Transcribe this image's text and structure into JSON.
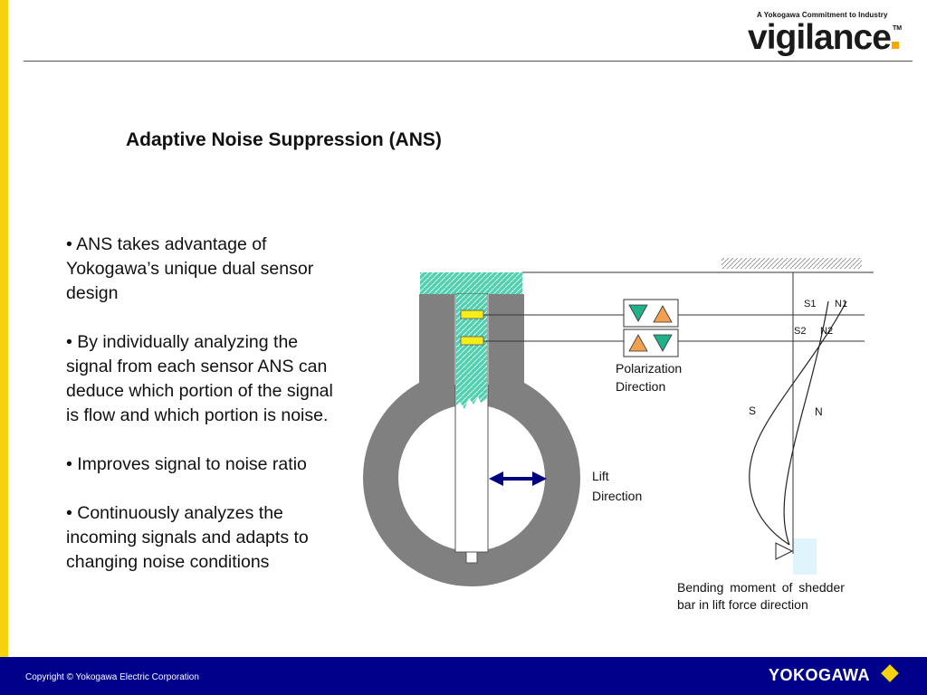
{
  "header": {
    "tagline": "A Yokogawa Commitment to Industry",
    "logo": "vigilance",
    "trademark": "TM"
  },
  "title": "Adaptive Noise Suppression (ANS)",
  "bullets": [
    "• ANS takes advantage of Yokogawa’s unique dual sensor design",
    "• By individually analyzing the signal from each sensor ANS can deduce which portion of the signal is flow and which portion is noise.",
    "• Improves signal to noise ratio",
    "• Continuously analyzes the incoming signals and adapts to changing noise conditions"
  ],
  "diagram": {
    "polarization_label_1": "Polarization",
    "polarization_label_2": "Direction",
    "lift_label_1": "Lift",
    "lift_label_2": "Direction",
    "s1": "S1",
    "n1": "N1",
    "s2": "S2",
    "n2": "N2",
    "s": "S",
    "n": "N",
    "caption_1": "Bending moment of shedder",
    "caption_2": "bar in lift force direction"
  },
  "colors": {
    "accent_yellow": "#f5d20a",
    "footer_blue": "#00008b",
    "sensor_teal": "#4fd1b0",
    "body_gray": "#808080",
    "arrow_navy": "#000080",
    "triangle_green": "#20b08a",
    "triangle_orange": "#f0a050"
  },
  "footer": {
    "copyright": "Copyright © Yokogawa Electric Corporation",
    "brand": "YOKOGAWA"
  }
}
